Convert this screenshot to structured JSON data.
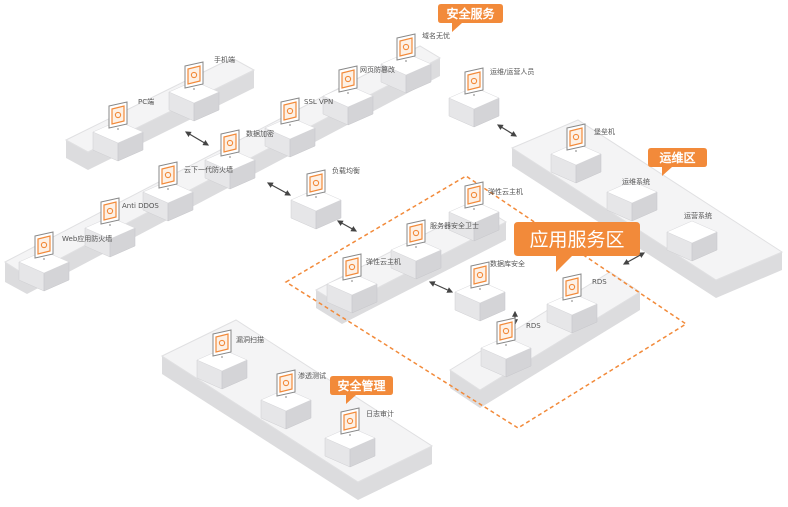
{
  "colors": {
    "accent": "#f28a3a",
    "platform_top": "#f4f4f5",
    "platform_edge": "#d9d9db",
    "box_top": "#ffffff",
    "box_left": "#e6e6e8",
    "box_right": "#d4d4d7",
    "monitor": "#ffffff",
    "stroke": "#b9b9bd",
    "label": "#555555",
    "callout_text": "#ffffff"
  },
  "callouts": {
    "security_services": "安全服务",
    "ops_zone": "运维区",
    "app_zone": "应用服务区",
    "security_mgmt": "安全管理"
  },
  "nodes": {
    "mobile": {
      "label": "手机端",
      "icon": "mobile-icon"
    },
    "pc": {
      "label": "PC端",
      "icon": "pc-icon"
    },
    "dns": {
      "label": "域名无忧",
      "icon": "dns-icon"
    },
    "webguard": {
      "label": "网页防篡改",
      "icon": "web-icon"
    },
    "sslvpn": {
      "label": "SSL VPN",
      "icon": "lock-icon"
    },
    "encryption": {
      "label": "数据加密",
      "icon": "key-icon"
    },
    "ngfw": {
      "label": "云下一代防火墙",
      "icon": "firewall-icon"
    },
    "antiddos": {
      "label": "Anti DDOS",
      "icon": "shield-icon"
    },
    "waf": {
      "label": "Web应用防火墙",
      "icon": "waf-icon"
    },
    "ops_person": {
      "label": "运维/运营人员",
      "icon": "person-icon"
    },
    "bastion": {
      "label": "堡垒机",
      "icon": "bastion-icon"
    },
    "ops_system": {
      "label": "运维系统",
      "icon": "system-icon"
    },
    "biz_system": {
      "label": "运营系统",
      "icon": "system-icon"
    },
    "lb": {
      "label": "负载均衡",
      "icon": "balance-icon"
    },
    "host1": {
      "label": "弹性云主机",
      "icon": "server-icon"
    },
    "hostsec": {
      "label": "服务器安全卫士",
      "icon": "guard-icon"
    },
    "host2": {
      "label": "弹性云主机",
      "icon": "server-icon"
    },
    "dbsec": {
      "label": "数据库安全",
      "icon": "db-icon"
    },
    "rds1": {
      "label": "RDS",
      "icon": "rds-icon"
    },
    "rds2": {
      "label": "RDS",
      "icon": "rds-icon"
    },
    "vulnscan": {
      "label": "漏洞扫描",
      "icon": "scan-icon"
    },
    "pentest": {
      "label": "渗透测试",
      "icon": "pentest-icon"
    },
    "logaudit": {
      "label": "日志审计",
      "icon": "audit-icon"
    }
  }
}
